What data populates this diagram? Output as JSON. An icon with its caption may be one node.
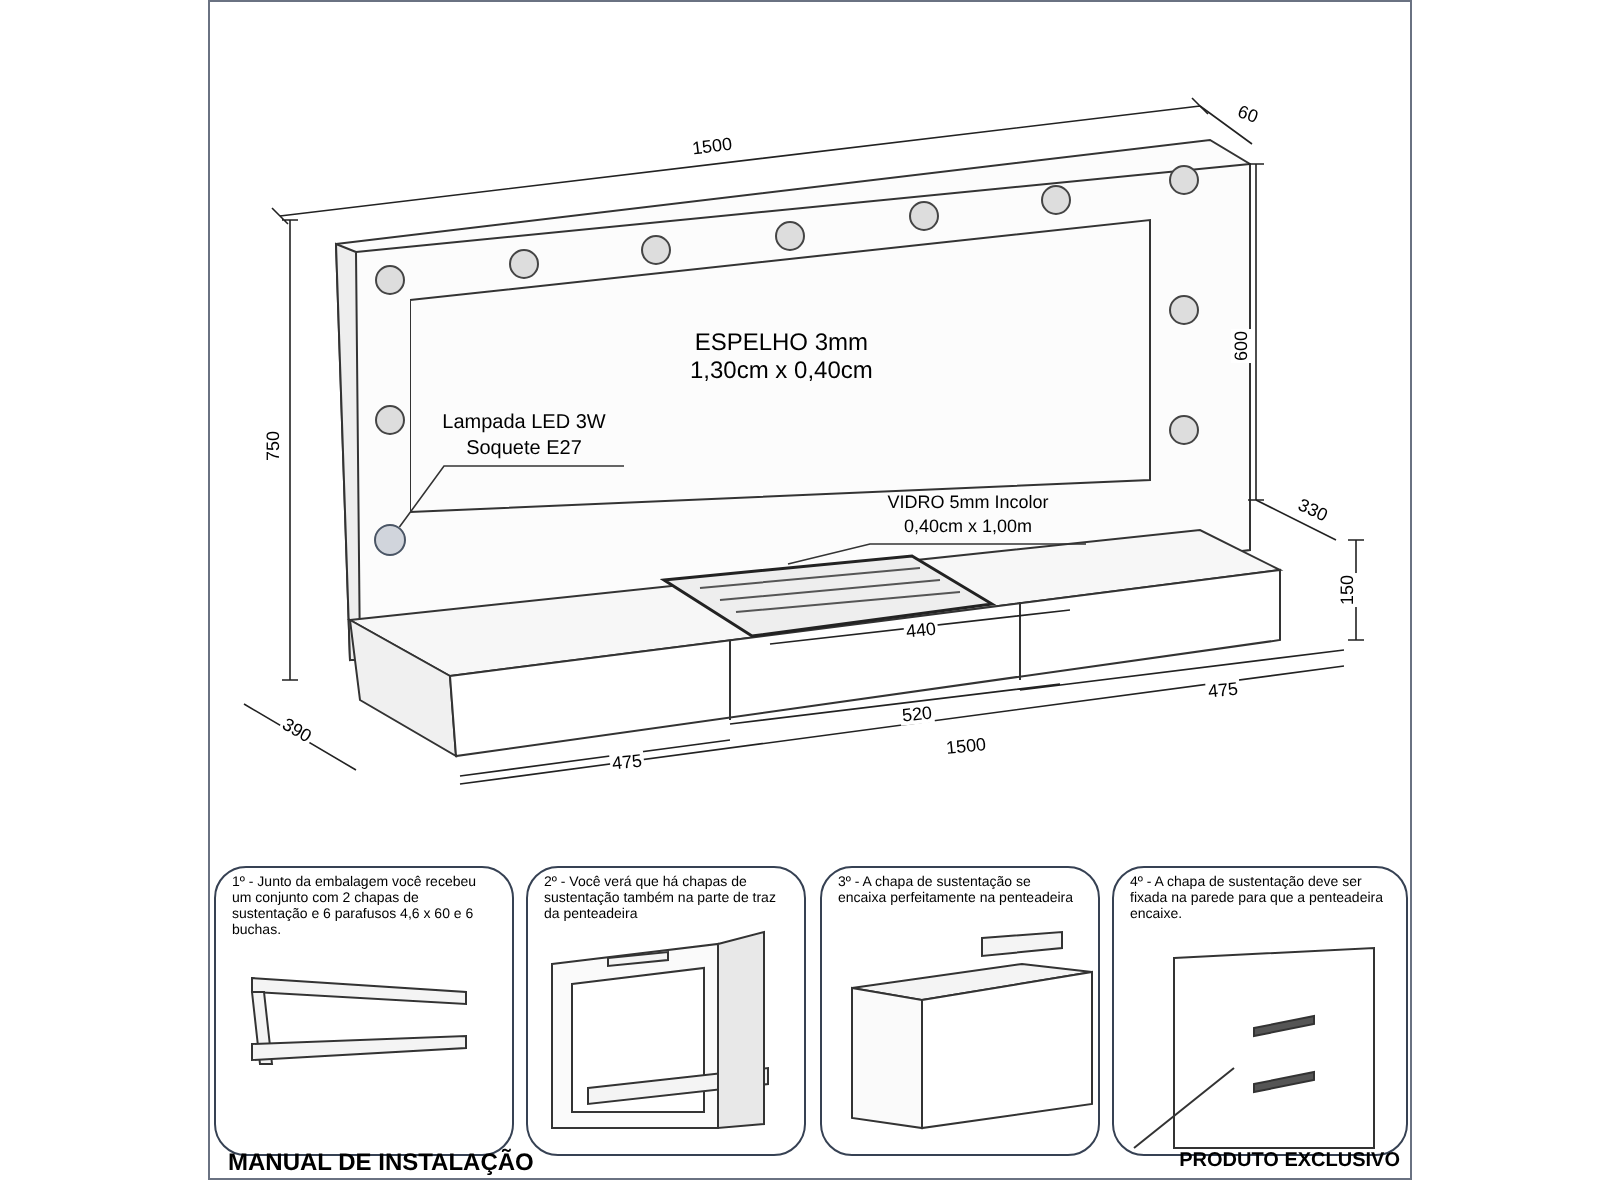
{
  "diagram": {
    "nodes": [
      {
        "text": [
          "ESPELHO 3mm",
          "1,30cm x 0,40cm"
        ]
      },
      {
        "text": [
          "Lampada LED 3W",
          "Soquete E27"
        ],
        "in": 0
      },
      {
        "text": [],
        "shape": "circle"
      },
      {
        "text": [
          "VIDRO 5mm Incolor",
          "0,40cm x 1,00m"
        ]
      },
      {
        "text": [],
        "shape": "picture"
      },
      {
        "text": [
          "1º - Junto da embalagem você recebeu um conjunto com 2 chapas de sustentação e 6 parafusos 4,6 x 60 e 6 buchas."
        ]
      },
      {
        "text": [
          "2º - Você verá que há chapas de sustentação também na parte de traz da penteadeira"
        ]
      },
      {
        "text": [
          "3º - A chapa de sustentação se encaixa perfeitamente na penteadeira"
        ]
      },
      {
        "text": [
          "4º - A chapa de sustentação deve ser fixada na parede para que a penteadeira encaixe."
        ]
      }
    ],
    "edges": [
      {
        "from": 1,
        "to": 2,
        "arrow": "none"
      },
      {
        "from": 3,
        "to": 4,
        "arrow": "none"
      }
    ],
    "labels": [
      "60",
      "1500",
      "600",
      "750",
      "330",
      "150",
      "440",
      "475",
      "520",
      "1500",
      "390",
      "475",
      "MANUAL DE INSTALAÇÃO",
      "PRODUTO EXCLUSIVO"
    ]
  }
}
